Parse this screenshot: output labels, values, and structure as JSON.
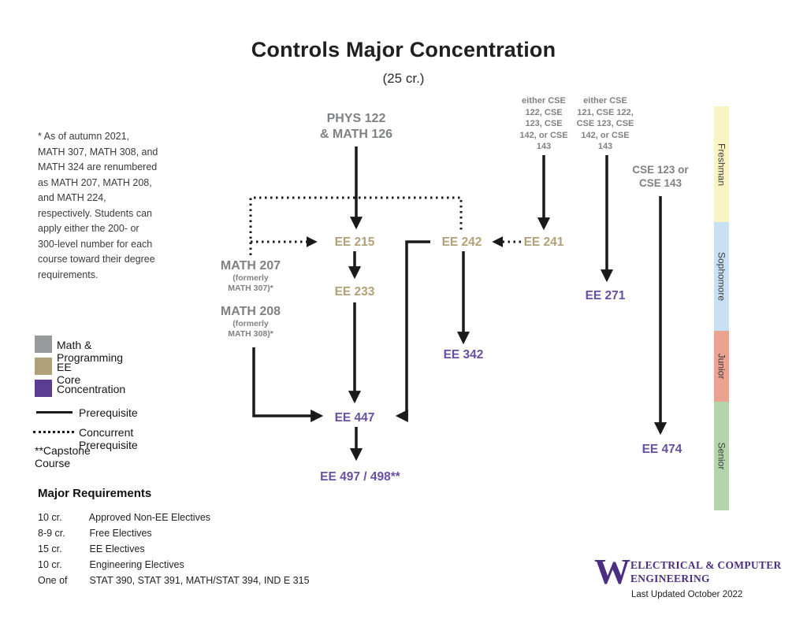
{
  "title": "Controls Major Concentration",
  "subtitle": "(25 cr.)",
  "footnote": "* As of autumn 2021,\nMATH 307, MATH 308, and\nMATH 324 are renumbered\nas MATH 207, MATH 208,\nand MATH 224,\nrespectively. Students can\napply either the 200- or\n300-level number for each\ncourse toward their degree\nrequirements.",
  "legend": {
    "math_programming": "Math & Programming",
    "ee_core": "EE Core",
    "concentration": "Concentration",
    "prerequisite": "Prerequisite",
    "concurrent_prerequisite": "Concurrent Prerequisite",
    "capstone": "**Capstone Course"
  },
  "colors": {
    "math_programming": "#999a9c",
    "ee_core": "#b2a078",
    "concentration": "#5b3d94",
    "course_gray": "#808184",
    "course_tan": "#b2a078",
    "course_purple": "#6750a0",
    "line": "#1a1a1a",
    "freshman": "#f9f3c4",
    "sophomore": "#c7e0f4",
    "junior": "#eba291",
    "senior": "#b4d5ac",
    "uw_purple": "#4b2e83"
  },
  "nodes": {
    "phys": "PHYS 122\n& MATH 126",
    "cse_col1": "either CSE\n122, CSE\n123, CSE\n142, or CSE\n143",
    "cse_col2": "either CSE\n121, CSE 122,\nCSE 123, CSE\n142, or CSE\n143",
    "cse_col3": "CSE 123 or\nCSE 143",
    "ee215": "EE 215",
    "ee242": "EE 242",
    "ee241": "EE 241",
    "math207": "MATH 207",
    "math207_sub": "(formerly\nMATH 307)*",
    "ee233": "EE 233",
    "math208": "MATH 208",
    "math208_sub": "(formerly\nMATH 308)*",
    "ee271": "EE 271",
    "ee342": "EE 342",
    "ee447": "EE 447",
    "ee474": "EE 474",
    "ee497": "EE 497 / 498**"
  },
  "timeline": [
    "Freshman",
    "Sophomore",
    "Junior",
    "Senior"
  ],
  "requirements": {
    "heading": "Major Requirements",
    "rows": [
      {
        "credits": "10 cr.",
        "label": "Approved Non-EE Electives"
      },
      {
        "credits": "8-9 cr.",
        "label": "Free Electives"
      },
      {
        "credits": "15 cr.",
        "label": "EE Electives"
      },
      {
        "credits": "10 cr.",
        "label": "Engineering Electives"
      },
      {
        "credits": "One of",
        "label": "STAT 390, STAT 391, MATH/STAT 394, IND E 315"
      }
    ]
  },
  "footer": {
    "logo_letter": "W",
    "org": "ELECTRICAL & COMPUTER\nENGINEERING",
    "updated": "Last Updated October 2022"
  }
}
